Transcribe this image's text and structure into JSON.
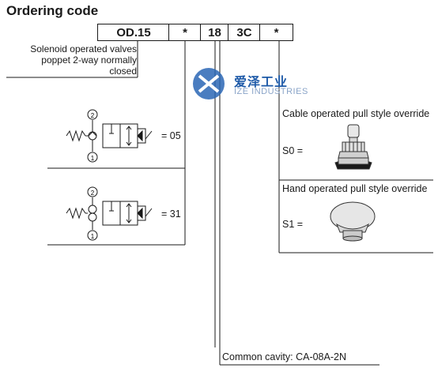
{
  "title": "Ordering code",
  "code": [
    "OD.15",
    "*",
    "18",
    "3C",
    "*"
  ],
  "description": [
    "Solenoid operated valves",
    "poppet 2-way normally",
    "closed"
  ],
  "symbols": [
    {
      "code": "= 05",
      "port_top": "2",
      "port_bottom": "1"
    },
    {
      "code": "= 31",
      "port_top": "2",
      "port_bottom": "1"
    }
  ],
  "overrides": [
    {
      "title": "Cable operated pull style override",
      "code": "S0 ="
    },
    {
      "title": "Hand operated pull style override",
      "code": "S1 ="
    }
  ],
  "cavity": "Common cavity: CA-08A-2N",
  "watermark": {
    "cn": "爱泽工业",
    "en": "IZE INDUSTRIES",
    "color": "#1e5aa8"
  }
}
